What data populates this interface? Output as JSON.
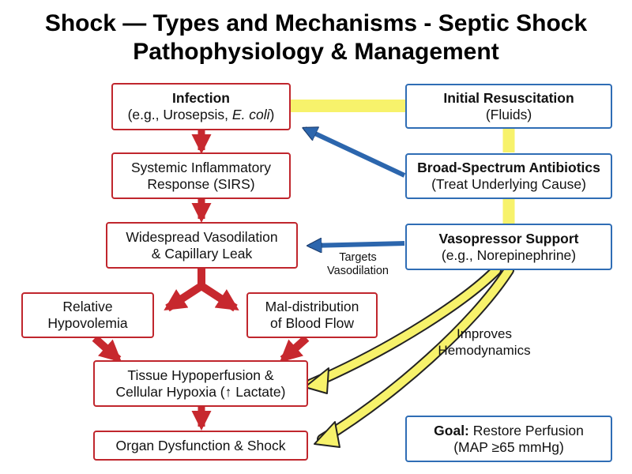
{
  "title": {
    "line1": "Shock — Types and Mechanisms - Septic Shock",
    "line2": "Pathophysiology & Management"
  },
  "colors": {
    "pathway_border": "#c0262d",
    "pathway_arrow": "#c7282e",
    "treatment_border": "#2f6db5",
    "treatment_arrow": "#2c66ad",
    "highlight_yellow": "#f7f26b"
  },
  "pathway": {
    "infection": {
      "title": "Infection",
      "detail_prefix": "(e.g., Urosepsis, ",
      "detail_italic": "E. coli",
      "detail_suffix": ")"
    },
    "sirs": {
      "line1": "Systemic Inflammatory",
      "line2": "Response (SIRS)"
    },
    "vasodilation": {
      "line1": "Widespread Vasodilation",
      "line2": "& Capillary Leak"
    },
    "hypovolemia": {
      "line1": "Relative",
      "line2": "Hypovolemia"
    },
    "maldistribution": {
      "line1": "Mal-distribution",
      "line2": "of Blood Flow"
    },
    "hypoperfusion": {
      "line1": "Tissue Hypoperfusion &",
      "line2": "Cellular Hypoxia (↑ Lactate)"
    },
    "organ_dysfunction": {
      "line1": "Organ Dysfunction & Shock"
    }
  },
  "management": {
    "resuscitation": {
      "title": "Initial Resuscitation",
      "detail": "(Fluids)"
    },
    "antibiotics": {
      "title": "Broad-Spectrum Antibiotics",
      "detail": "(Treat Underlying Cause)"
    },
    "vasopressor": {
      "title": "Vasopressor Support",
      "detail": "(e.g., Norepinephrine)"
    },
    "goal": {
      "label": "Goal:",
      "text": " Restore Perfusion",
      "detail": "(MAP ≥65 mmHg)"
    }
  },
  "annotations": {
    "targets": {
      "line1": "Targets",
      "line2": "Vasodilation"
    },
    "improves": {
      "line1": "Improves",
      "line2": "Hemodynamics"
    }
  }
}
